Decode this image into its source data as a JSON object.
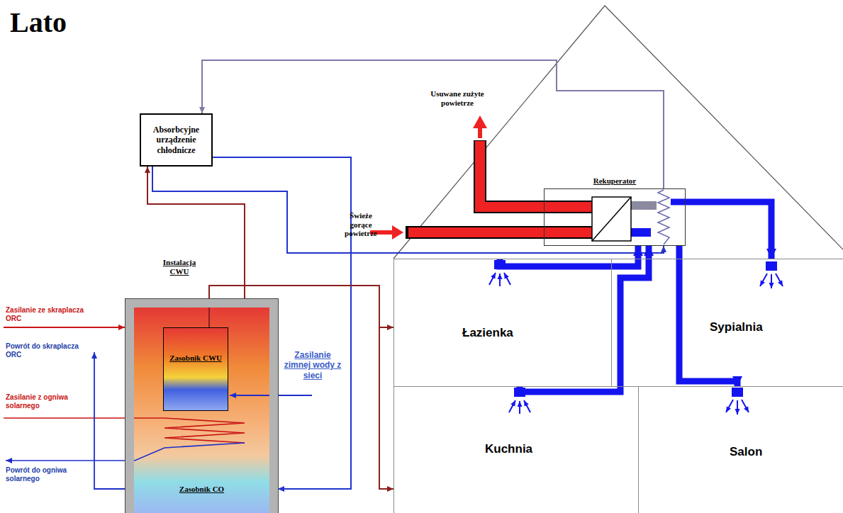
{
  "diagram": {
    "title": "Lato",
    "nodes": [
      {
        "text": [
          "Absorbcyjne urządzenie chłodnicze"
        ]
      },
      {
        "text": [
          "Rekuperator"
        ]
      },
      {
        "text": [
          "Zasobnik CO"
        ]
      },
      {
        "text": [
          "Zasobnik CWU"
        ],
        "in": 2
      },
      {
        "text": [
          "Łazienka"
        ]
      },
      {
        "text": [
          "Sypialnia"
        ]
      },
      {
        "text": [
          "Kuchnia"
        ]
      },
      {
        "text": [
          "Salon"
        ]
      }
    ],
    "edges": [
      {
        "from": 1,
        "to": 0,
        "arrow": "to"
      },
      {
        "from": 0,
        "to": 1,
        "arrow": "to"
      },
      {
        "from": 2,
        "to": 0,
        "arrow": "to"
      },
      {
        "from": 0,
        "to": 2,
        "arrow": "to"
      },
      {
        "from": 3,
        "to": 4,
        "arrow": "to"
      },
      {
        "from": 3,
        "to": 6,
        "arrow": "to"
      },
      {
        "from": 1,
        "to": 5,
        "arrow": "to"
      },
      {
        "from": 1,
        "to": 7,
        "arrow": "to"
      },
      {
        "from": 4,
        "to": 1,
        "arrow": "to"
      },
      {
        "from": 6,
        "to": 1,
        "arrow": "to"
      }
    ],
    "labels": [
      "Usuwane zużyte powietrze",
      "Świeże gorące powietrze",
      "Instalacja CWU",
      "Zasilanie ze skraplacza ORC",
      "Powrót do skraplacza ORC",
      "Zasilanie z ogniwa solarnego",
      "Powrót do ogniwa solarnego",
      "Zasilanie zimnej wody z sieci"
    ]
  }
}
